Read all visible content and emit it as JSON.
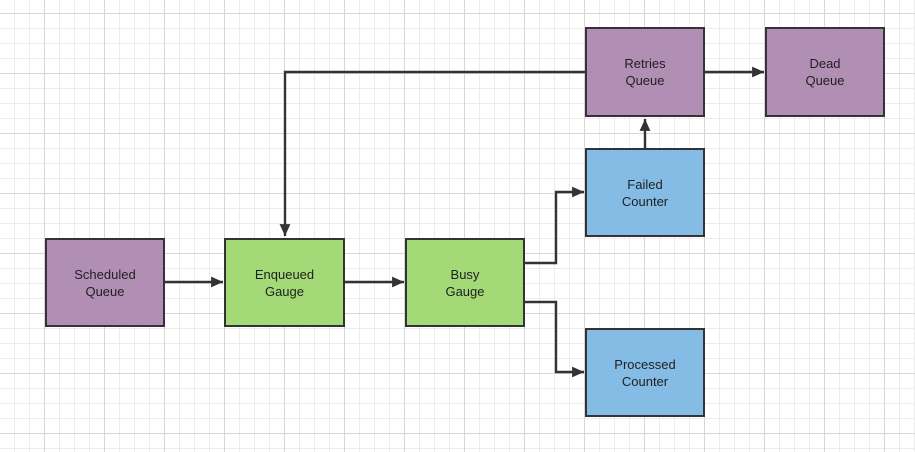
{
  "colors": {
    "node_purple": "#b18fb5",
    "node_green": "#a3d977",
    "node_blue": "#84bce5",
    "node_border": "#333333",
    "connector": "#333333",
    "grid_minor": "#ececec",
    "grid_major": "#d7d7d7",
    "canvas_bg": "#ffffff",
    "text": "#1f1f1f"
  },
  "nodes": {
    "scheduled_queue": {
      "label": "Scheduled\nQueue",
      "fill": "#b18fb5"
    },
    "enqueued_gauge": {
      "label": "Enqueued\nGauge",
      "fill": "#a3d977"
    },
    "busy_gauge": {
      "label": "Busy\nGauge",
      "fill": "#a3d977"
    },
    "failed_counter": {
      "label": "Failed\nCounter",
      "fill": "#84bce5"
    },
    "processed_counter": {
      "label": "Processed\nCounter",
      "fill": "#84bce5"
    },
    "retries_queue": {
      "label": "Retries\nQueue",
      "fill": "#b18fb5"
    },
    "dead_queue": {
      "label": "Dead\nQueue",
      "fill": "#b18fb5"
    }
  },
  "edges": [
    {
      "from": "Scheduled Queue",
      "to": "Enqueued Gauge"
    },
    {
      "from": "Enqueued Gauge",
      "to": "Busy Gauge"
    },
    {
      "from": "Busy Gauge",
      "to": "Failed Counter"
    },
    {
      "from": "Busy Gauge",
      "to": "Processed Counter"
    },
    {
      "from": "Failed Counter",
      "to": "Retries Queue"
    },
    {
      "from": "Retries Queue",
      "to": "Dead Queue"
    },
    {
      "from": "Retries Queue",
      "to": "Enqueued Gauge"
    }
  ]
}
